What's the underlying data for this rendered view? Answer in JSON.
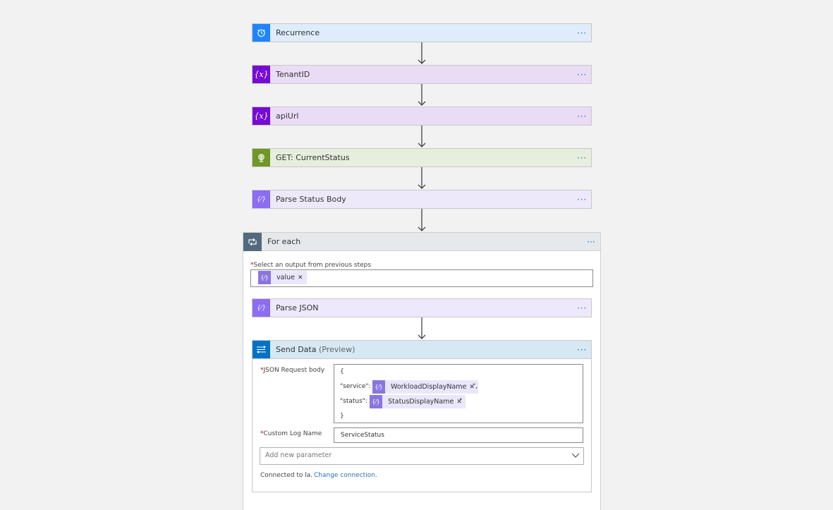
{
  "steps": [
    {
      "title": "Recurrence",
      "more": "···",
      "bg": "#deecfb",
      "icon_bg": "#1f85ff",
      "icon": "clock-icon"
    },
    {
      "title": "TenantID",
      "more": "···",
      "bg": "#ebdcf6",
      "icon_bg": "#770bd6",
      "icon": "variable-icon"
    },
    {
      "title": "apiUrl",
      "more": "···",
      "bg": "#ebdcf6",
      "icon_bg": "#770bd6",
      "icon": "variable-icon"
    },
    {
      "title": "GET: CurrentStatus",
      "more": "···",
      "bg": "#e6efde",
      "icon_bg": "#709727",
      "icon": "globe-icon"
    },
    {
      "title": "Parse Status Body",
      "more": "···",
      "bg": "#ede9fa",
      "icon_bg": "#8c6cf2",
      "icon": "data-operation-icon"
    }
  ],
  "foreach": {
    "title": "For each",
    "more": "···",
    "select_label": "Select an output from previous steps",
    "required_mark": "*",
    "token": "value",
    "token_remove": "✕",
    "parse_json": {
      "title": "Parse JSON",
      "more": "···"
    },
    "send_data": {
      "title": "Send Data",
      "subtitle": "(Preview)",
      "more": "···",
      "json_label": "JSON Request body",
      "json_lines": {
        "open": "{",
        "service_key": "\"service\": \"",
        "service_token": "WorkloadDisplayName",
        "service_after": "\",",
        "status_key": "\"status\": \"",
        "status_token": "StatusDisplayName",
        "status_after": "\"",
        "close": "}"
      },
      "custom_log_label": "Custom Log Name",
      "custom_log_value": "ServiceStatus",
      "add_param_placeholder": "Add new parameter",
      "connected_text": "Connected to la.",
      "change_connection": "Change connection."
    }
  },
  "colors": {
    "accent": "#2b6fb8",
    "send_data_header": "#d6e8f3",
    "send_data_icon": "#0072c6"
  }
}
